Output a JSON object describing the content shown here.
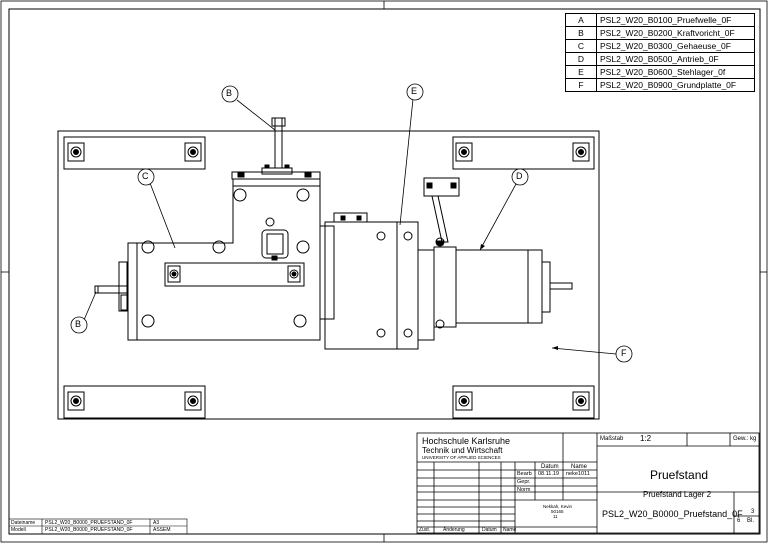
{
  "parts_list": [
    {
      "key": "A",
      "name": "PSL2_W20_B0100_Pruefwelle_0F"
    },
    {
      "key": "B",
      "name": "PSL2_W20_B0200_Kraftvoricht_0F"
    },
    {
      "key": "C",
      "name": "PSL2_W20_B0300_Gehaeuse_0F"
    },
    {
      "key": "D",
      "name": "PSL2_W20_B0500_Antrieb_0F"
    },
    {
      "key": "E",
      "name": "PSL2_W20_B0600_Stehlager_0f"
    },
    {
      "key": "F",
      "name": "PSL2_W20_B0900_Grundplatte_0F"
    }
  ],
  "callouts": [
    "B",
    "C",
    "E",
    "D",
    "B",
    "F"
  ],
  "title_block": {
    "school_line1": "Hochschule Karlsruhe",
    "school_line2": "Technik und Wirtschaft",
    "school_line3": "UNIVERSITY OF APPLIED SCIENCES",
    "scale_label": "Maßstab",
    "scale": "1:2",
    "weight_label": "Gew.: kg",
    "col_date": "Datum",
    "col_name": "Name",
    "row_bearb": "Bearb",
    "bearb_date": "08.11.19",
    "bearb_name": "neke1011",
    "row_gepr": "Gepr.",
    "row_norm": "Norm",
    "author_name": "Nekkah, Kevin",
    "author_id": "50165",
    "author_num": "11",
    "title": "Pruefstand",
    "subtitle": "Pruefstand Lager 2",
    "drawing_no": "PSL2_W20_B0000_Pruefstand_0F",
    "sheet_no": "3",
    "sheet_total": "6",
    "sheet_label": "Bl.",
    "rev_zust": "Zust.",
    "rev_change": "Änderung",
    "rev_date": "Datum",
    "rev_name": "Name"
  },
  "file_info": {
    "dateiname_label": "Dateiname",
    "dateiname": "PSL2_W20_B0000_PRUEFSTAND_0F",
    "format": "A3",
    "modell_label": "Modell",
    "modell": "PSL2_W20_B0000_PRUEFSTAND_0F",
    "type": "ASSEM"
  }
}
